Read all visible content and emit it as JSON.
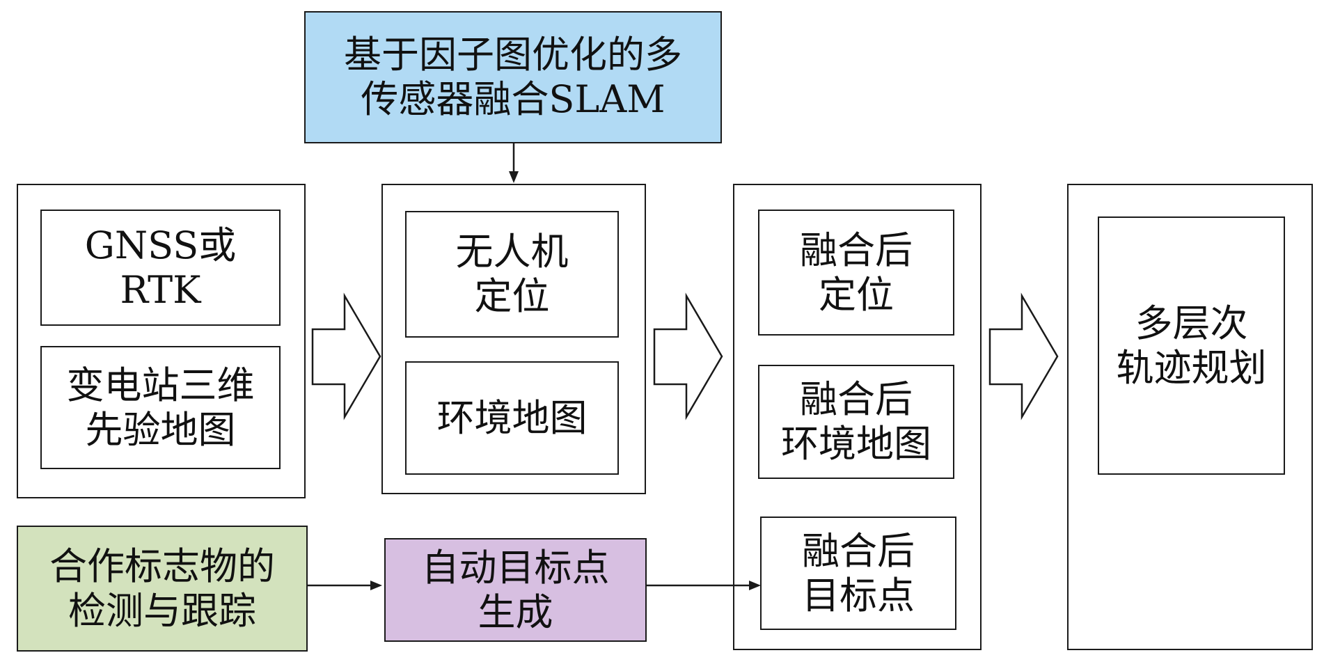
{
  "slam_box": {
    "line1": "基于因子图优化的多",
    "line2": "传感器融合SLAM"
  },
  "column1": {
    "gnss_rtk": {
      "line1": "GNSS或",
      "line2": "RTK"
    },
    "prior_map": {
      "line1": "变电站三维",
      "line2": "先验地图"
    }
  },
  "column2": {
    "uav_localization": {
      "line1": "无人机",
      "line2": "定位"
    },
    "environment_map": {
      "line1": "环境地图"
    }
  },
  "column3": {
    "fused_localization": {
      "line1": "融合后",
      "line2": "定位"
    },
    "fused_environment_map": {
      "line1": "融合后",
      "line2": "环境地图"
    },
    "fused_target_points": {
      "line1": "融合后",
      "line2": "目标点"
    }
  },
  "column4": {
    "trajectory_planning": {
      "line1": "多层次",
      "line2": "轨迹规划"
    }
  },
  "marker_box": {
    "line1": "合作标志物的",
    "line2": "检测与跟踪"
  },
  "target_box": {
    "line1": "自动目标点",
    "line2": "生成"
  },
  "colors": {
    "slam_fill": "#b1daf4",
    "marker_fill": "#d3e2bd",
    "target_fill": "#d7bfe1",
    "stroke": "#1a1a1a"
  }
}
